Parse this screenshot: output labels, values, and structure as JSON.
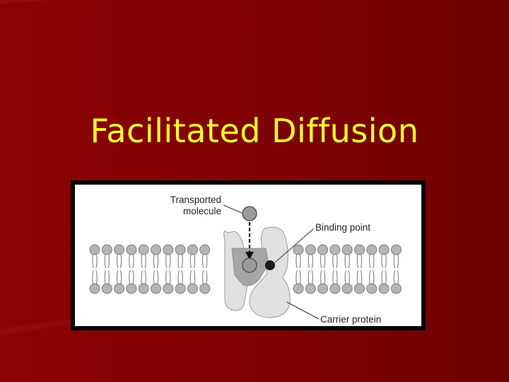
{
  "slide": {
    "title": "Facilitated Diffusion",
    "background_color": "#800202",
    "title_color": "#ffff33"
  },
  "diagram": {
    "labels": {
      "transported_molecule_line1": "Transported",
      "transported_molecule_line2": "molecule",
      "binding_point": "Binding point",
      "carrier_protein": "Carrier protein"
    }
  }
}
